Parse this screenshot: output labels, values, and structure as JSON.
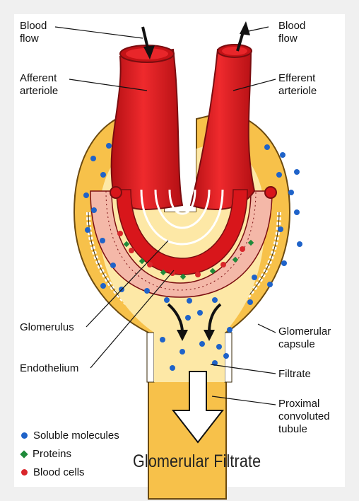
{
  "labels": {
    "blood_flow_left": "Blood\nflow",
    "blood_flow_right": "Blood\nflow",
    "afferent": "Afferent\narteriole",
    "efferent": "Efferent\narteriole",
    "glomerulus": "Glomerulus",
    "endothelium": "Endothelium",
    "capsule": "Glomerular\ncapsule",
    "filtrate": "Filtrate",
    "tubule": "Proximal\nconvoluted\ntubule"
  },
  "legend": [
    {
      "label": "Soluble molecules",
      "color": "#1f63c9",
      "shape": "dot"
    },
    {
      "label": "Proteins",
      "color": "#1f8a3a",
      "shape": "diamond"
    },
    {
      "label": "Blood cells",
      "color": "#d9262b",
      "shape": "dot"
    }
  ],
  "caption": "Glomerular Filtrate",
  "colors": {
    "capsule_fill": "#f7c14a",
    "capsule_light": "#fde8a6",
    "vessel_red": "#e4161c",
    "vessel_dark": "#9a0c0f",
    "molecule_blue": "#1f63c9"
  }
}
